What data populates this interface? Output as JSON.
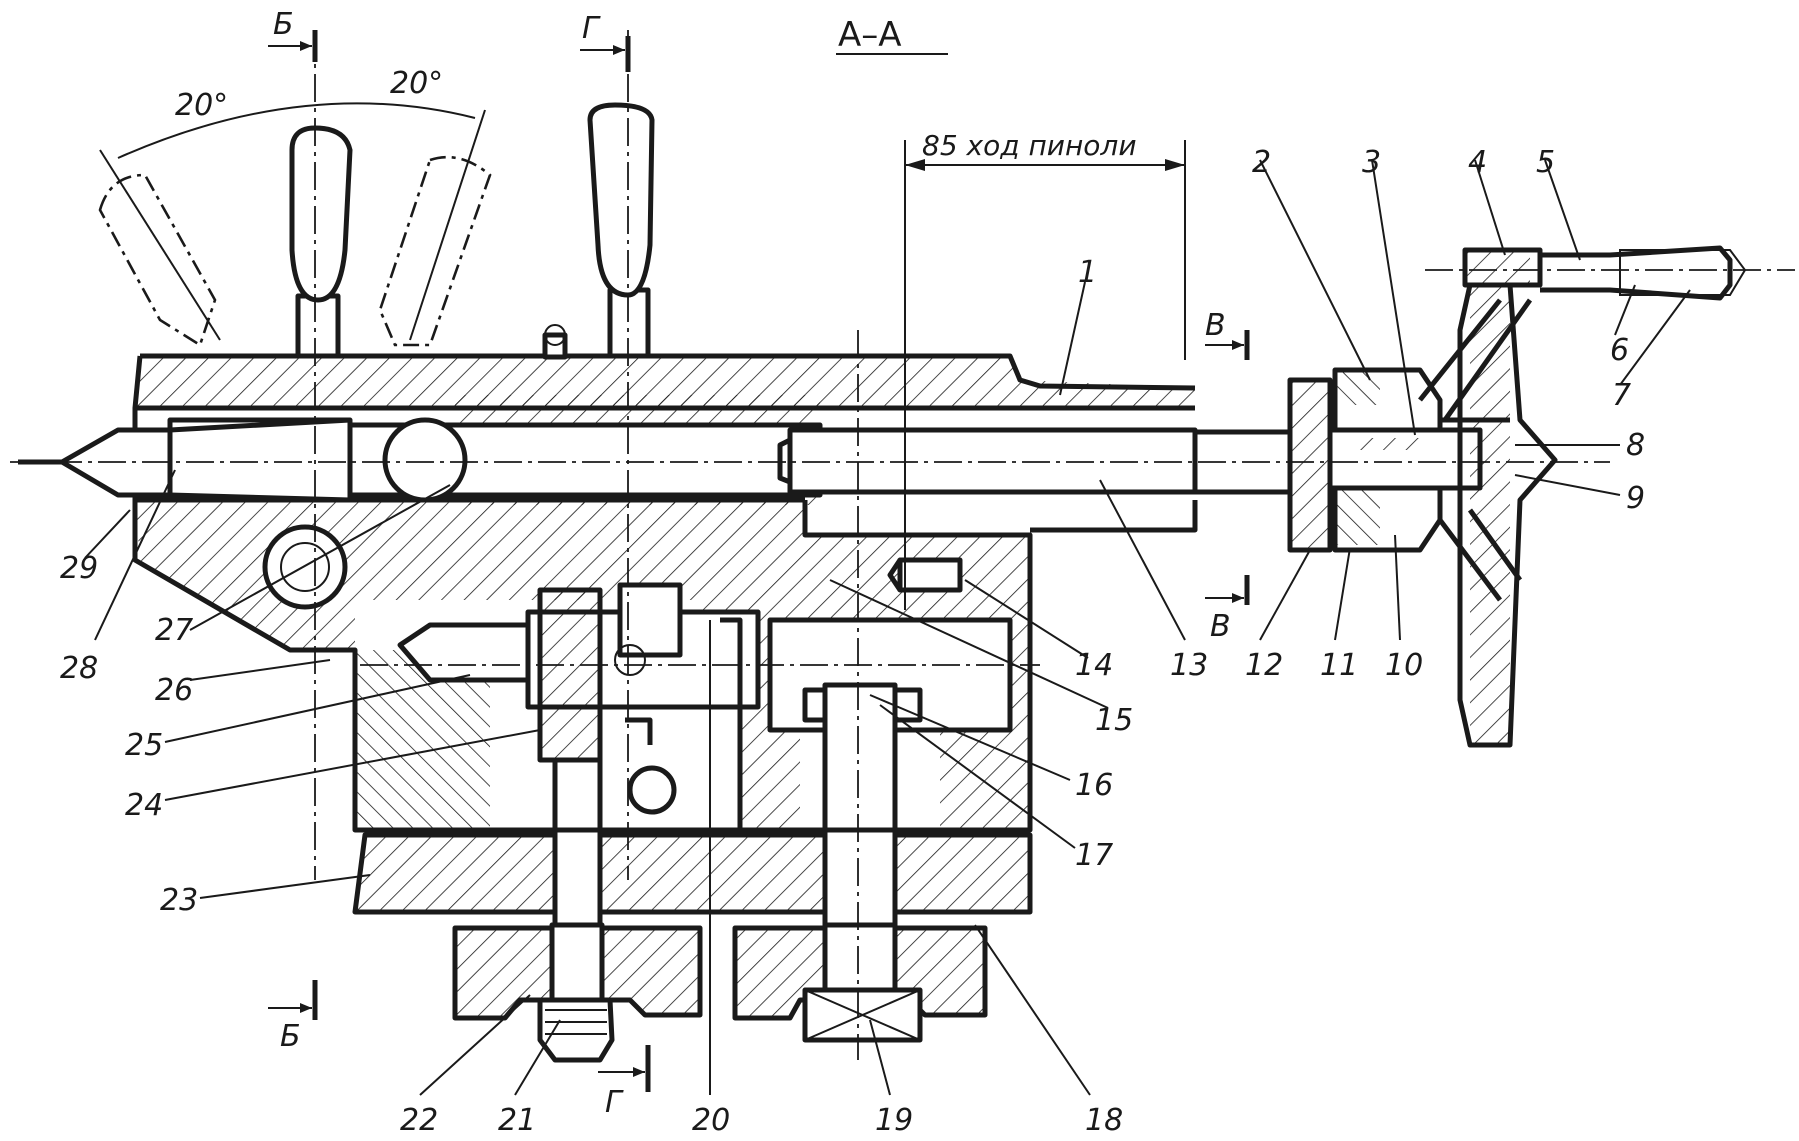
{
  "title": "А–А",
  "sections": {
    "b_top": "Б",
    "b_bottom": "Б",
    "g_top": "Г",
    "g_bottom": "Г",
    "v_top": "В",
    "v_bottom": "В"
  },
  "angles": {
    "left": "20°",
    "right": "20°"
  },
  "dimension": {
    "text": "85 ход пиноли"
  },
  "callouts": [
    "1",
    "2",
    "3",
    "4",
    "5",
    "6",
    "7",
    "8",
    "9",
    "10",
    "11",
    "12",
    "13",
    "14",
    "15",
    "16",
    "17",
    "18",
    "19",
    "20",
    "21",
    "22",
    "23",
    "24",
    "25",
    "26",
    "27",
    "28",
    "29"
  ]
}
